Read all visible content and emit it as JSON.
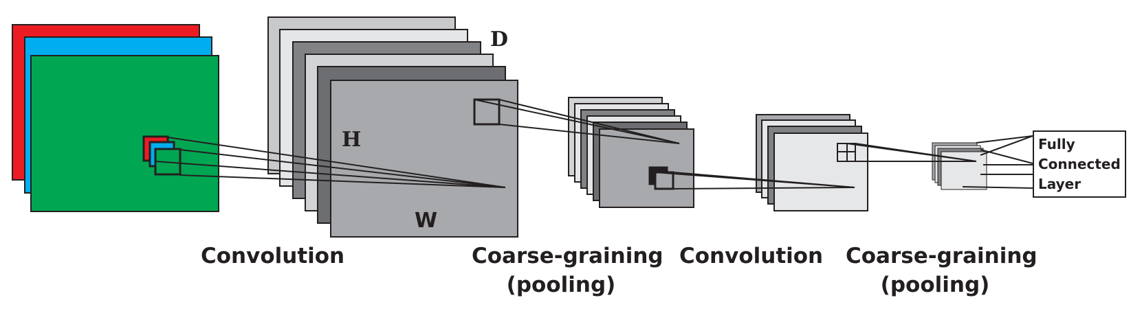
{
  "labels": {
    "conv1": "Convolution",
    "pool1_line1": "Coarse-graining",
    "pool1_line2": "(pooling)",
    "conv2": "Convolution",
    "pool2_line1": "Coarse-graining",
    "pool2_line2": "(pooling)",
    "dim_d": "D",
    "dim_h": "H",
    "dim_w": "W"
  },
  "output_layer": {
    "line1": "Fully",
    "line2": "Connected",
    "line3": "Layer"
  },
  "colors": {
    "input_red": "#ec1c24",
    "input_blue": "#00aeef",
    "input_green": "#00a651",
    "stroke": "#231f20"
  }
}
